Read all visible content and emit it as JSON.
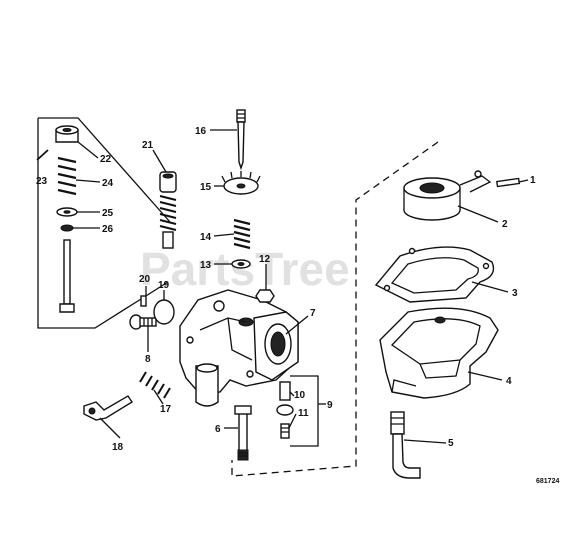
{
  "watermark": {
    "text": "PartsTree",
    "tm": "TM"
  },
  "diagram_code": "681724",
  "callouts": {
    "c1": "1",
    "c2": "2",
    "c3": "3",
    "c4": "4",
    "c5": "5",
    "c6": "6",
    "c7": "7",
    "c8": "8",
    "c9": "9",
    "c10": "10",
    "c11": "11",
    "c12": "12",
    "c13": "13",
    "c14": "14",
    "c15": "15",
    "c16": "16",
    "c17": "17",
    "c18": "18",
    "c19": "19",
    "c20": "20",
    "c21": "21",
    "c22": "22",
    "c23": "23",
    "c24": "24",
    "c25": "25",
    "c26": "26"
  }
}
